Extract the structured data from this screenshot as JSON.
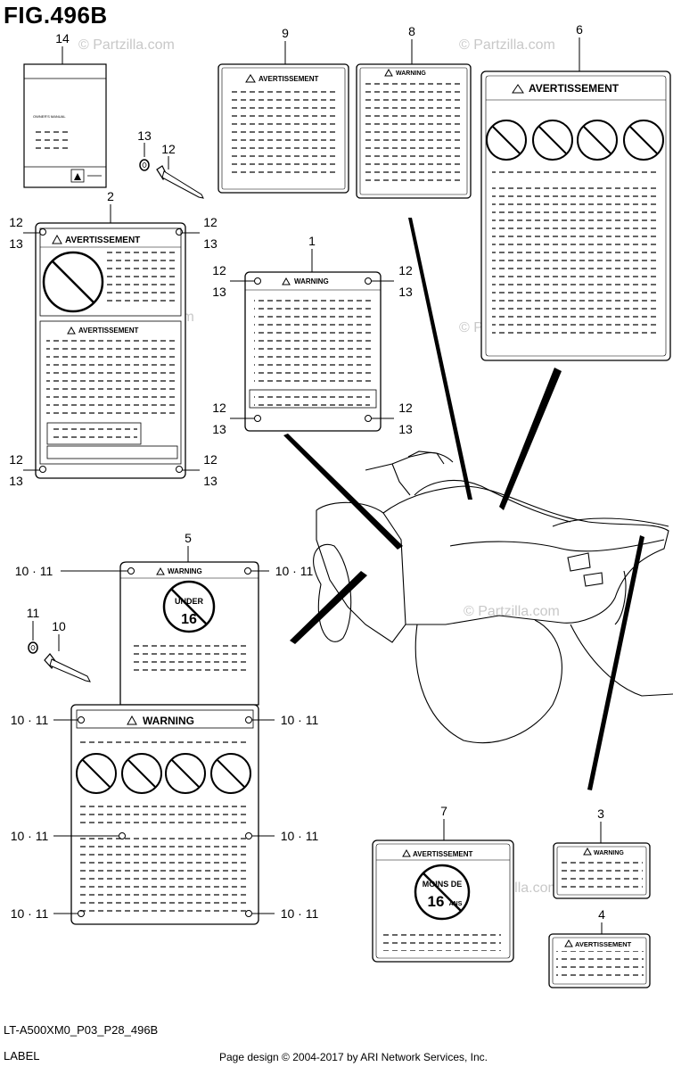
{
  "figure": {
    "title": "FIG.496B",
    "code": "LT-A500XM0_P03_P28_496B",
    "label": "LABEL",
    "credit": "Page design © 2004-2017 by ARI Network Services, Inc."
  },
  "watermark": "© Partzilla.com",
  "manual": {
    "title": "OWNER'S MANUAL"
  },
  "callouts": {
    "n1": "1",
    "n2": "2",
    "n3": "3",
    "n4": "4",
    "n5": "5",
    "n6": "6",
    "n7": "7",
    "n8": "8",
    "n9": "9",
    "n10": "10",
    "n11": "11",
    "n12": "12",
    "n13": "13",
    "n14": "14",
    "pair_10_11": "10 · 11"
  },
  "labels": {
    "warning": "WARNING",
    "avertissement": "AVERTISSEMENT",
    "under": "UNDER",
    "sixteen": "16",
    "moins_de": "MOINS DE",
    "ans": "ANS"
  }
}
